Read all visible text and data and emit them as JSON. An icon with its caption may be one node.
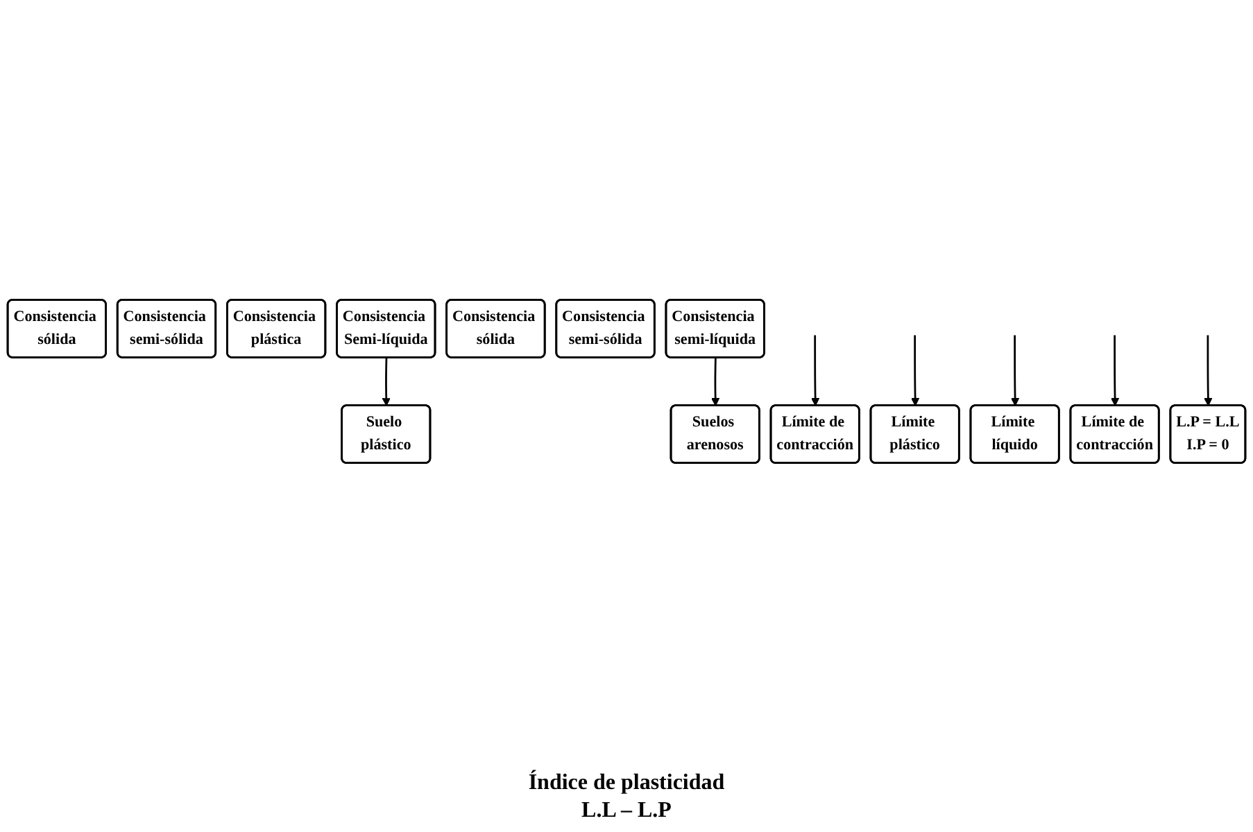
{
  "diagram": {
    "nodes": [
      {
        "text": [
          "Consistencia sólida"
        ]
      },
      {
        "text": [
          "Consistencia semi-sólida"
        ]
      },
      {
        "text": [
          "Consistencia plástica"
        ]
      },
      {
        "text": [
          "Consistencia Semi-líquida"
        ]
      },
      {
        "text": [
          "Suelo plástico"
        ]
      },
      {
        "text": [
          "Límite de contracción"
        ]
      },
      {
        "text": [
          "Límite plástico"
        ]
      },
      {
        "text": [
          "Límite líquido"
        ]
      },
      {
        "text": [
          "Consistencia sólida"
        ]
      },
      {
        "text": [
          "Consistencia semi-sólida"
        ]
      },
      {
        "text": [
          "Consistencia semi-líquida"
        ]
      },
      {
        "text": [
          "Suelos arenosos"
        ]
      },
      {
        "text": [
          "Límite de contracción"
        ]
      },
      {
        "text": [
          "L.P = L.L",
          "I.P = 0"
        ]
      }
    ],
    "edges": [
      {
        "from": null,
        "to": 5,
        "arrow": "to"
      },
      {
        "from": null,
        "to": 6,
        "arrow": "to"
      },
      {
        "from": null,
        "to": 7,
        "arrow": "to"
      },
      {
        "from": 3,
        "to": 4,
        "arrow": "to"
      },
      {
        "from": null,
        "to": 12,
        "arrow": "to"
      },
      {
        "from": null,
        "to": 13,
        "arrow": "to"
      },
      {
        "from": 10,
        "to": 11,
        "arrow": "to"
      }
    ],
    "labels": [
      "Índice de plasticidad",
      "L.L – L.P"
    ]
  }
}
